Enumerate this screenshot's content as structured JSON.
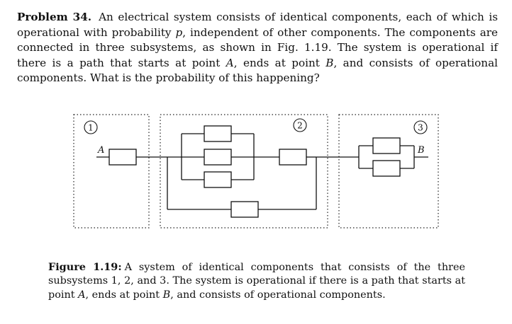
{
  "problem": {
    "label": "Problem 34.",
    "text_1": "An electrical system consists of identical components, each of which is operational with probability ",
    "p": "p",
    "text_2": ", independent of other components. The components are connected in three subsystems, as shown in Fig. 1.19. The system is operational if there is a path that starts at point ",
    "point_a": "A",
    "text_3": ", ends at point ",
    "point_b": "B",
    "text_4": ", and consists of operational components. What is the probability of this happening?"
  },
  "diagram": {
    "subsystem_1": "1",
    "subsystem_2": "2",
    "subsystem_3": "3",
    "label_a": "A",
    "label_b": "B"
  },
  "caption": {
    "label": "Figure 1.19:",
    "text_1": "A system of identical components that consists of the three subsystems 1, 2, and 3. The system is operational if there is a path that starts at point ",
    "point_a": "A",
    "text_2": ", ends at point ",
    "point_b": "B",
    "text_3": ", and consists of operational components."
  }
}
